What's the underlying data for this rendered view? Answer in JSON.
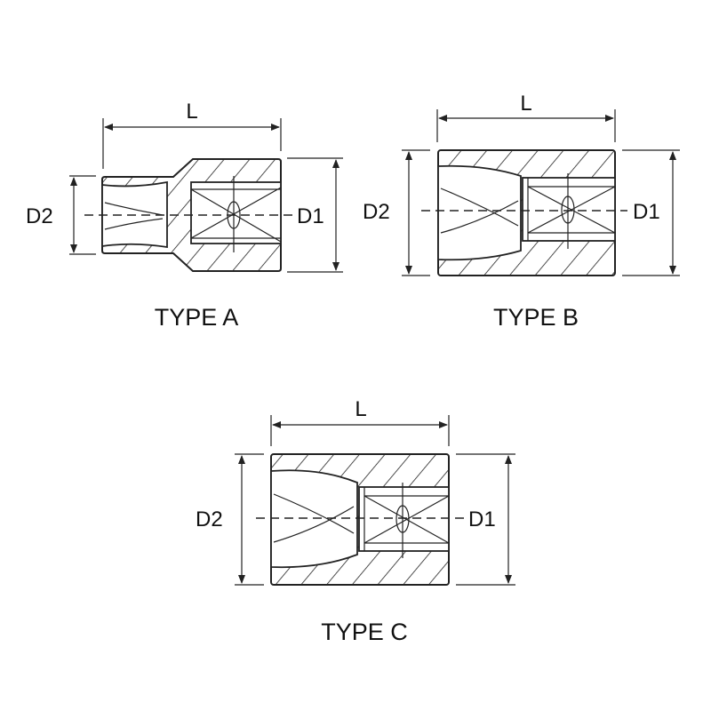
{
  "diagrams": [
    {
      "title": "TYPE A",
      "length_label": "L",
      "d2_label": "D2",
      "d1_label": "D1"
    },
    {
      "title": "TYPE B",
      "length_label": "L",
      "d2_label": "D2",
      "d1_label": "D1"
    },
    {
      "title": "TYPE C",
      "length_label": "L",
      "d2_label": "D2",
      "d1_label": "D1"
    }
  ],
  "colors": {
    "line": "#222222",
    "background": "#ffffff"
  }
}
